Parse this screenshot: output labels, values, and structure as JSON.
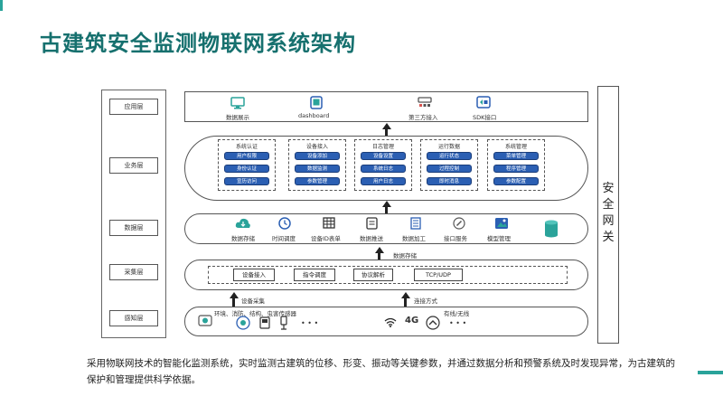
{
  "title": "古建筑安全监测物联网系统架构",
  "colors": {
    "title": "#16706e",
    "accent_teal": "#2aa39a",
    "pill_blue": "#2b5fb3"
  },
  "layers": [
    "应用层",
    "业务层",
    "数据层",
    "采集层",
    "感知层"
  ],
  "application": {
    "items": [
      {
        "label": "数据展示",
        "icon": "monitor-icon"
      },
      {
        "label": "dashboard",
        "icon": "tablet-icon"
      },
      {
        "label": "第三方接入",
        "icon": "server-icon"
      },
      {
        "label": "SDK接口",
        "icon": "api-icon"
      }
    ]
  },
  "business": {
    "modules": [
      {
        "title": "系统认证",
        "items": [
          "用户权限",
          "身份认证",
          "宣历访问"
        ]
      },
      {
        "title": "设备接入",
        "items": [
          "设备添加",
          "数据监测",
          "参数管理"
        ]
      },
      {
        "title": "日志管理",
        "items": [
          "设备设置",
          "系统日志",
          "用户日志"
        ]
      },
      {
        "title": "运行数据",
        "items": [
          "运行状态",
          "过程控制",
          "即时消息"
        ]
      },
      {
        "title": "系统管理",
        "items": [
          "菜单管理",
          "程序管理",
          "参数配置"
        ]
      }
    ]
  },
  "data_layer": {
    "items": [
      {
        "label": "数据存储",
        "icon": "cloud-icon"
      },
      {
        "label": "时间调度",
        "icon": "clock-icon"
      },
      {
        "label": "设备ID表单",
        "icon": "grid-table-icon"
      },
      {
        "label": "数据推送",
        "icon": "document-icon"
      },
      {
        "label": "数据加工",
        "icon": "list-icon"
      },
      {
        "label": "接口服务",
        "icon": "link-icon"
      },
      {
        "label": "模型管理",
        "icon": "image-icon"
      },
      {
        "label": "",
        "icon": "database-icon"
      }
    ],
    "arrow_label": "数据存储"
  },
  "acquisition": {
    "items": [
      "设备接入",
      "指令调度",
      "协议解析",
      "TCP/UDP"
    ],
    "arrow_left_label": "设备采集",
    "arrow_right_label": "连接方式"
  },
  "perception": {
    "sensor_label": "环境、消防、结构、虫害传感器",
    "conn_label": "有线/无线",
    "ellipsis": "• • •",
    "ellipsis2": "• • •",
    "signal_text": "4G"
  },
  "gateway": "安全网关",
  "caption": "采用物联网技术的智能化监测系统，实时监测古建筑的位移、形变、振动等关键参数，并通过数据分析和预警系统及时发现异常，为古建筑的保护和管理提供科学依据。"
}
